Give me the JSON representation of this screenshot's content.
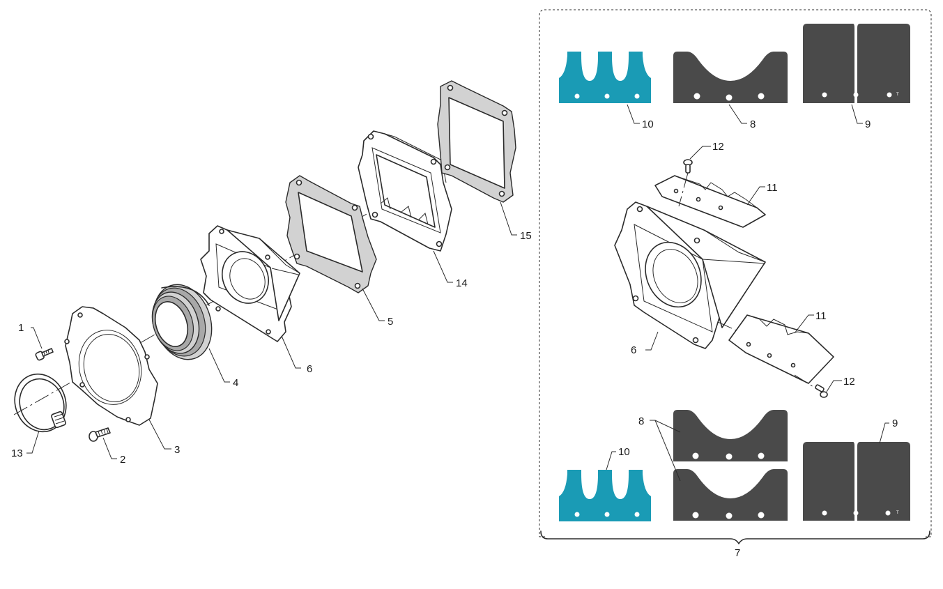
{
  "callouts": {
    "p1": "1",
    "p2": "2",
    "p3": "3",
    "p4": "4",
    "p5": "5",
    "p6_main": "6",
    "p13": "13",
    "p14": "14",
    "p15": "15",
    "p7_group": "7",
    "p10_top": "10",
    "p8_top": "8",
    "p9_top": "9",
    "p12_top": "12",
    "p11_top": "11",
    "p11_bottom": "11",
    "p6_detail": "6",
    "p12_bottom": "12",
    "p8_bottom": "8",
    "p9_bottom": "9",
    "p10_bottom": "10"
  },
  "petal_marks": {
    "top": "T",
    "bottom": "T"
  },
  "colors": {
    "stopper_teal": "#1a9bb5",
    "petal_dark": "#4a4a4a",
    "gasket_grey": "#d2d2d2",
    "line": "#2b2b2b"
  }
}
